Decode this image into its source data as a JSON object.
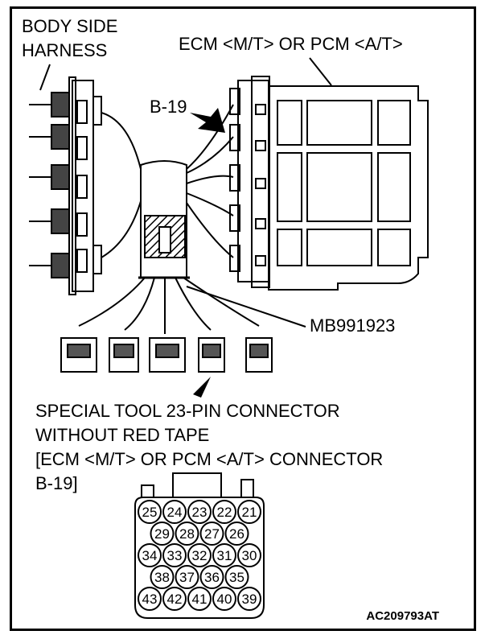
{
  "labels": {
    "body_side_harness_1": "BODY SIDE",
    "body_side_harness_2": "HARNESS",
    "ecm_title": "ECM <M/T> OR PCM <A/T>",
    "b19": "B-19",
    "tool_number": "MB991923",
    "caption_1": "SPECIAL TOOL 23-PIN CONNECTOR",
    "caption_2": "WITHOUT RED TAPE",
    "caption_3": "[ECM <M/T> OR PCM <A/T> CONNECTOR",
    "caption_4": "B-19]",
    "figure_code": "AC209793AT"
  },
  "pins": {
    "row1": [
      "25",
      "24",
      "23",
      "22",
      "21"
    ],
    "row2": [
      "29",
      "28",
      "27",
      "26"
    ],
    "row3": [
      "34",
      "33",
      "32",
      "31",
      "30"
    ],
    "row4": [
      "38",
      "37",
      "36",
      "35"
    ],
    "row5": [
      "43",
      "42",
      "41",
      "40",
      "39"
    ]
  }
}
